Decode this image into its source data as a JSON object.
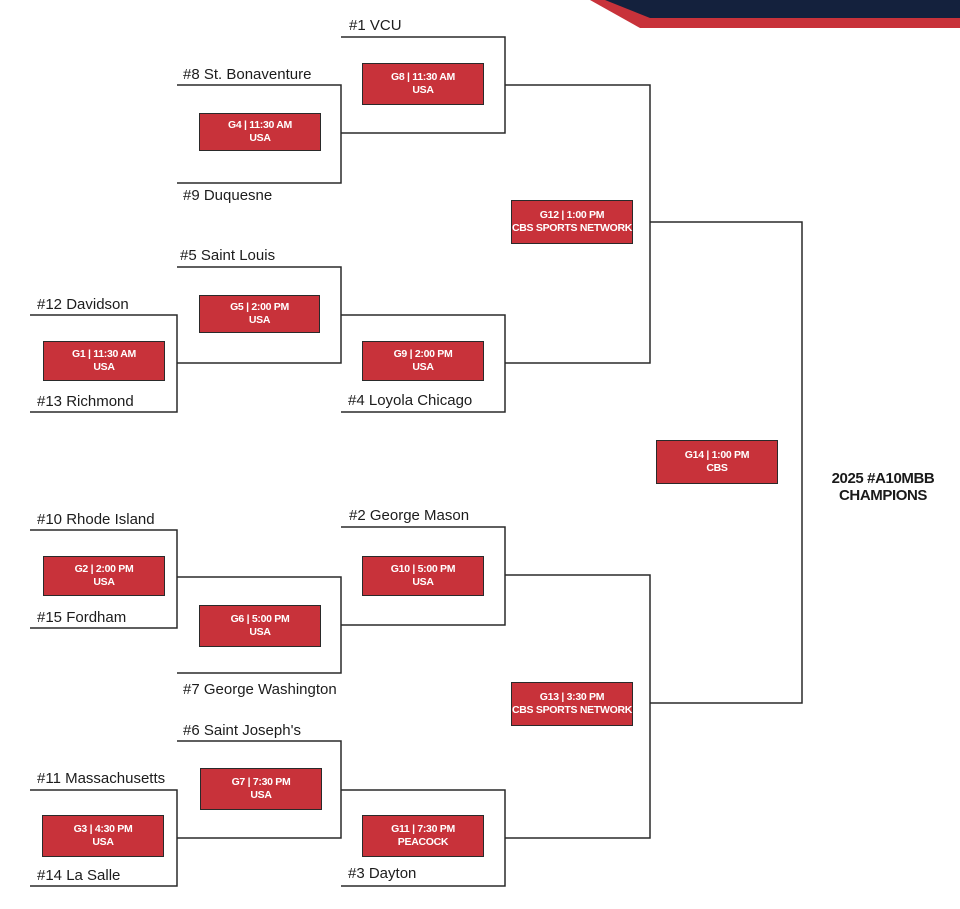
{
  "colors": {
    "game_box": "#c8323a",
    "banner_navy": "#14213d",
    "banner_red": "#c8323a",
    "line": "#2a2a2a"
  },
  "teams": {
    "vcu": "#1 VCU",
    "st_bonaventure": "#8 St. Bonaventure",
    "duquesne": "#9 Duquesne",
    "saint_louis": "#5 Saint Louis",
    "davidson": "#12 Davidson",
    "richmond": "#13 Richmond",
    "loyola_chicago": "#4 Loyola Chicago",
    "rhode_island": "#10 Rhode Island",
    "george_mason": "#2 George Mason",
    "fordham": "#15 Fordham",
    "george_washington": "#7 George Washington",
    "saint_josephs": "#6 Saint Joseph's",
    "massachusetts": "#11 Massachusetts",
    "la_salle": "#14 La Salle",
    "dayton": "#3 Dayton"
  },
  "games": {
    "g1": {
      "time": "G1 | 11:30 AM",
      "network": "USA"
    },
    "g2": {
      "time": "G2 | 2:00 PM",
      "network": "USA"
    },
    "g3": {
      "time": "G3 | 4:30 PM",
      "network": "USA"
    },
    "g4": {
      "time": "G4 | 11:30 AM",
      "network": "USA"
    },
    "g5": {
      "time": "G5 | 2:00 PM",
      "network": "USA"
    },
    "g6": {
      "time": "G6 | 5:00 PM",
      "network": "USA"
    },
    "g7": {
      "time": "G7 | 7:30 PM",
      "network": "USA"
    },
    "g8": {
      "time": "G8 | 11:30 AM",
      "network": "USA"
    },
    "g9": {
      "time": "G9 | 2:00 PM",
      "network": "USA"
    },
    "g10": {
      "time": "G10 | 5:00 PM",
      "network": "USA"
    },
    "g11": {
      "time": "G11 | 7:30 PM",
      "network": "PEACOCK"
    },
    "g12": {
      "time": "G12 | 1:00 PM",
      "network": "CBS SPORTS NETWORK"
    },
    "g13": {
      "time": "G13 | 3:30 PM",
      "network": "CBS SPORTS NETWORK"
    },
    "g14": {
      "time": "G14 | 1:00 PM",
      "network": "CBS"
    }
  },
  "champion": {
    "line1": "2025 #A10MBB",
    "line2": "CHAMPIONS"
  }
}
